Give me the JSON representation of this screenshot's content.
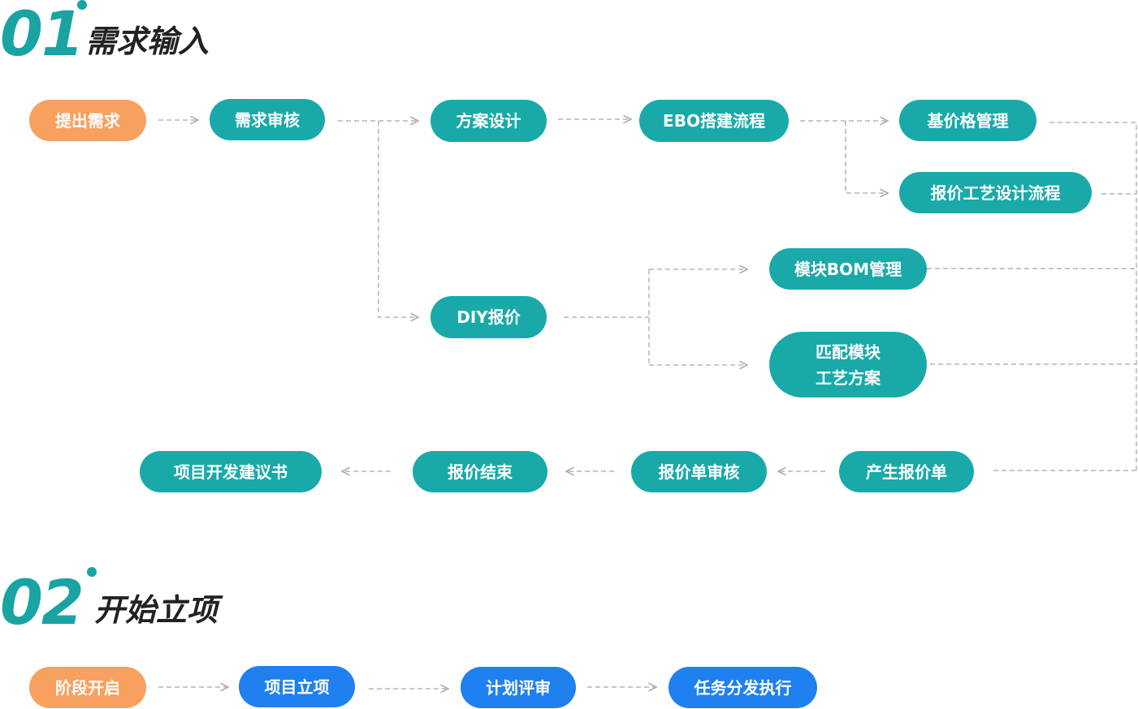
{
  "sections": [
    {
      "number": "01",
      "title": "需求输入"
    },
    {
      "number": "02",
      "title": "开始立项"
    }
  ],
  "colors": {
    "accent": "#1aa9a9",
    "start": "#f8a05e",
    "phase2": "#1f80f0",
    "connector": "#b0b0b0"
  },
  "flow1": {
    "submit": "提出需求",
    "review": "需求审核",
    "scheme_design": "方案设计",
    "ebo_flow": "EBO搭建流程",
    "base_price": "基价格管理",
    "quote_process": "报价工艺设计流程",
    "diy_quote": "DIY报价",
    "module_bom": "模块BOM管理",
    "match_module": "匹配模块\n工艺方案",
    "gen_quote": "产生报价单",
    "quote_review": "报价单审核",
    "quote_end": "报价结束",
    "proposal": "项目开发建议书"
  },
  "flow2": {
    "phase_start": "阶段开启",
    "project_setup": "项目立项",
    "plan_review": "计划评审",
    "task_dispatch": "任务分发执行"
  }
}
